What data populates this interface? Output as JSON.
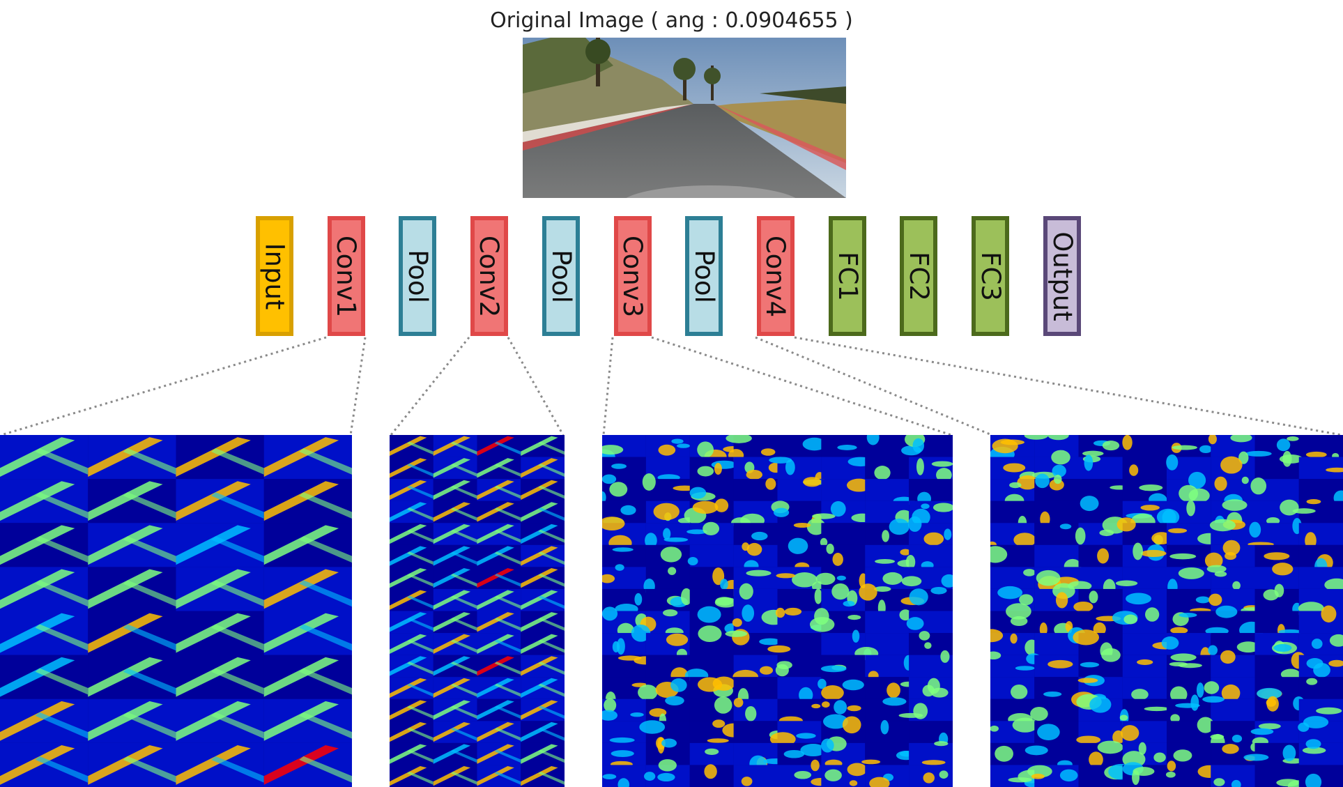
{
  "title": "Original Image ( ang : 0.0904655 )",
  "colors": {
    "input": {
      "fill": "#ffc000",
      "border": "#d8a000"
    },
    "conv": {
      "fill": "#f07575",
      "border": "#e04848"
    },
    "pool": {
      "fill": "#b8dde6",
      "border": "#2d7f95"
    },
    "fc": {
      "fill": "#9cc05a",
      "border": "#4c6a1c"
    },
    "output": {
      "fill": "#c8bcd8",
      "border": "#5a4878"
    },
    "connector": "#8a8a8a"
  },
  "layers": [
    {
      "label": "Input",
      "kind": "input"
    },
    {
      "label": "Conv1",
      "kind": "conv"
    },
    {
      "label": "Pool",
      "kind": "pool"
    },
    {
      "label": "Conv2",
      "kind": "conv"
    },
    {
      "label": "Pool",
      "kind": "pool"
    },
    {
      "label": "Conv3",
      "kind": "conv"
    },
    {
      "label": "Pool",
      "kind": "pool"
    },
    {
      "label": "Conv4",
      "kind": "conv"
    },
    {
      "label": "FC1",
      "kind": "fc"
    },
    {
      "label": "FC2",
      "kind": "fc"
    },
    {
      "label": "FC3",
      "kind": "fc"
    },
    {
      "label": "Output",
      "kind": "output"
    }
  ],
  "feature_maps": [
    {
      "layer": "Conv1",
      "cols": 4,
      "rows": 8
    },
    {
      "layer": "Conv2",
      "cols": 4,
      "rows": 16
    },
    {
      "layer": "Conv3",
      "cols": 8,
      "rows": 16
    },
    {
      "layer": "Conv4",
      "cols": 8,
      "rows": 16
    }
  ]
}
